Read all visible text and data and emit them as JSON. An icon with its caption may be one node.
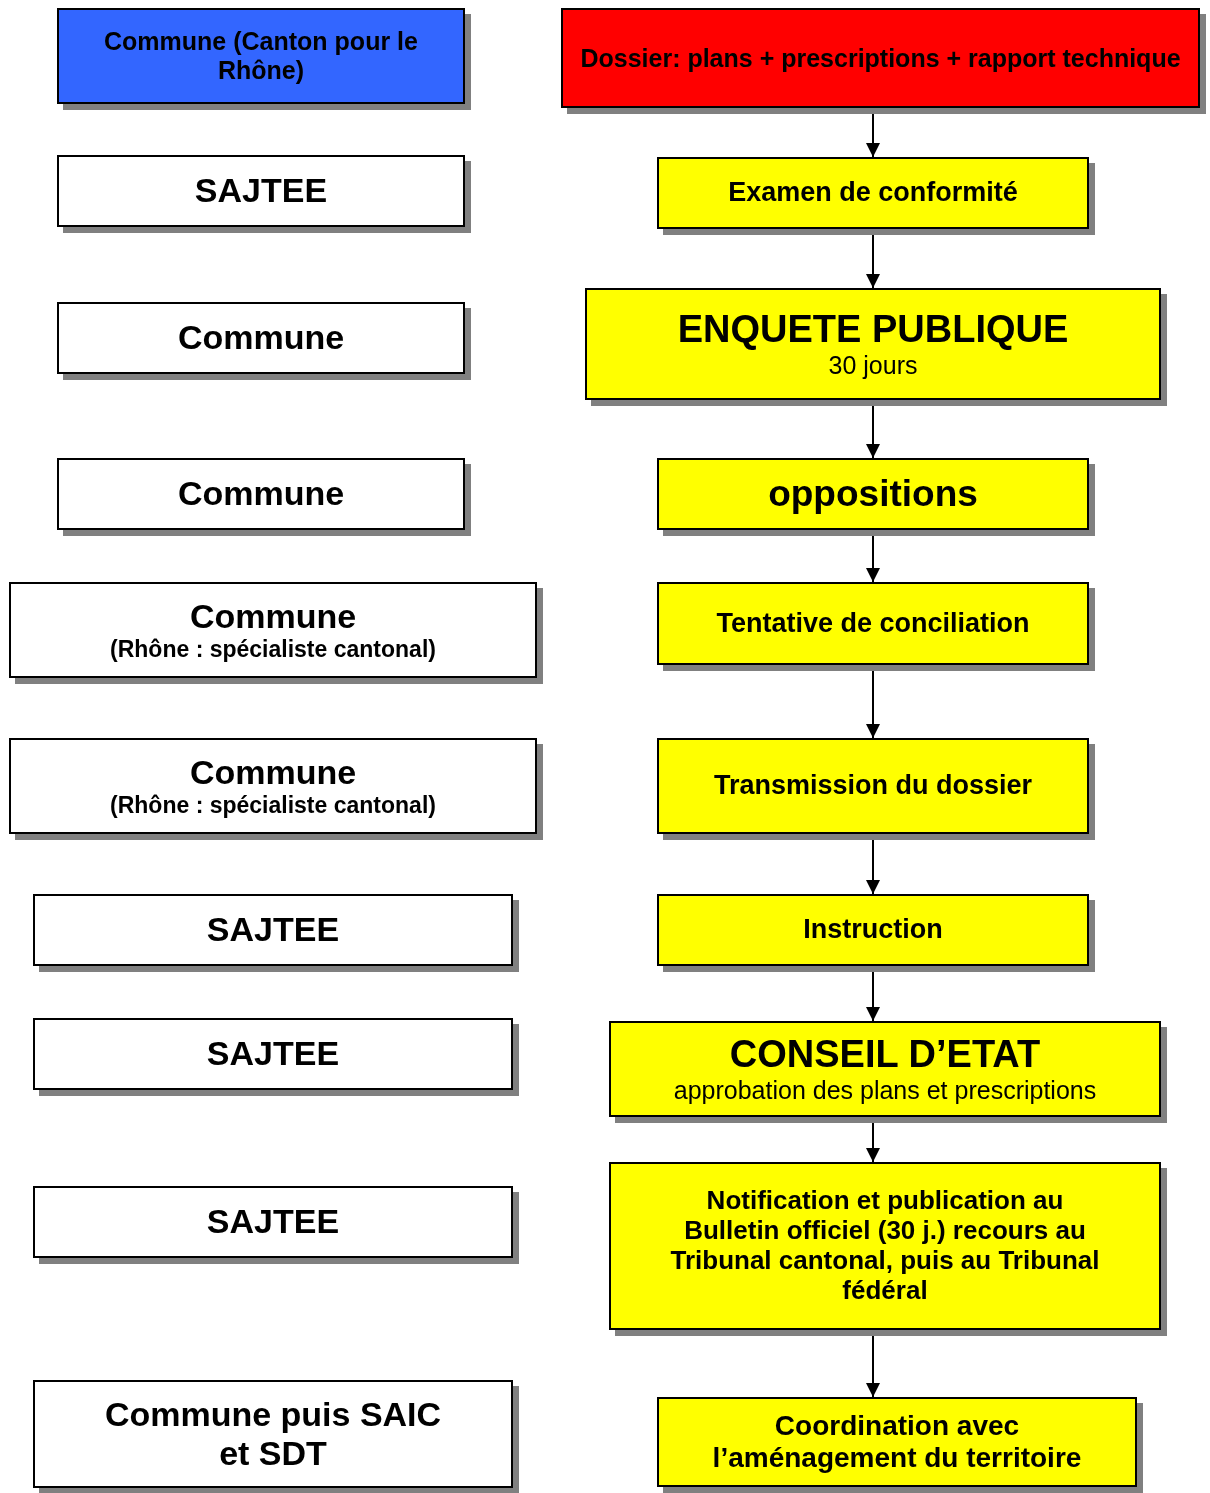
{
  "diagram": {
    "nodes": [
      {
        "text": [
          "Commune (Canton pour le Rhône)"
        ]
      },
      {
        "text": [
          "Dossier: plans + prescriptions + rapport technique"
        ]
      },
      {
        "text": [
          "SAJTEE"
        ]
      },
      {
        "text": [
          "Examen de conformité"
        ]
      },
      {
        "text": [
          "Commune"
        ]
      },
      {
        "text": [
          "ENQUETE PUBLIQUE",
          "30 jours"
        ]
      },
      {
        "text": [
          "Commune"
        ]
      },
      {
        "text": [
          "oppositions"
        ]
      },
      {
        "text": [
          "Commune",
          "(Rhône : spécialiste cantonal)"
        ]
      },
      {
        "text": [
          "Tentative de conciliation"
        ]
      },
      {
        "text": [
          "Commune",
          "(Rhône : spécialiste cantonal)"
        ]
      },
      {
        "text": [
          "Transmission du dossier"
        ]
      },
      {
        "text": [
          "SAJTEE"
        ]
      },
      {
        "text": [
          "Instruction"
        ]
      },
      {
        "text": [
          "SAJTEE"
        ]
      },
      {
        "text": [
          "CONSEIL D’ETAT",
          "approbation des plans et prescriptions"
        ]
      },
      {
        "text": [
          "SAJTEE"
        ]
      },
      {
        "text": [
          "Notification et publication au Bulletin officiel (30 j.) recours au Tribunal cantonal, puis au Tribunal fédéral"
        ]
      },
      {
        "text": [
          "Commune puis SAIC et SDT"
        ]
      },
      {
        "text": [
          "Coordination avec l’aménagement du territoire"
        ]
      }
    ],
    "edges": [
      {
        "from": 1,
        "to": 3,
        "arrow": "to"
      },
      {
        "from": 3,
        "to": 5,
        "arrow": "to"
      },
      {
        "from": 5,
        "to": 7,
        "arrow": "to"
      },
      {
        "from": 7,
        "to": 9,
        "arrow": "to"
      },
      {
        "from": 9,
        "to": 11,
        "arrow": "to"
      },
      {
        "from": 11,
        "to": 13,
        "arrow": "to"
      },
      {
        "from": 13,
        "to": 15,
        "arrow": "to"
      },
      {
        "from": 15,
        "to": 17,
        "arrow": "to"
      },
      {
        "from": 17,
        "to": 19,
        "arrow": "to"
      }
    ]
  }
}
